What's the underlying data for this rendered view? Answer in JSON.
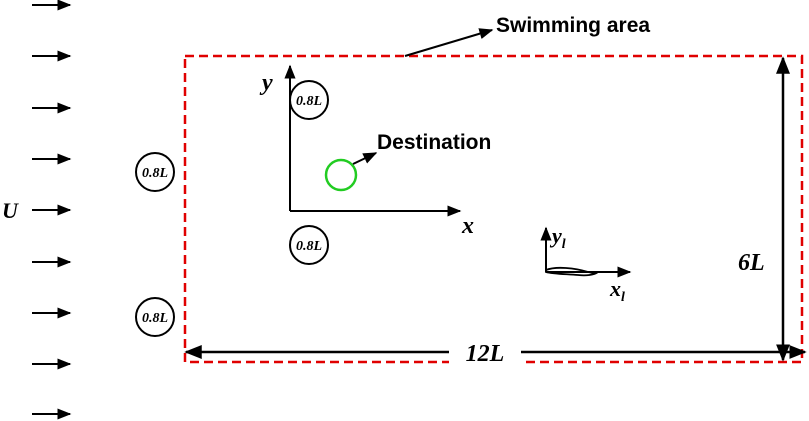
{
  "labels": {
    "swimming_area": "Swimming area",
    "destination": "Destination",
    "flow_velocity": "U",
    "height": "6L",
    "width": "12L",
    "global_x": "x",
    "global_y": "y",
    "local_x_base": "x",
    "local_x_sub": "l",
    "local_y_base": "y",
    "local_y_sub": "l"
  },
  "obstacles": [
    {
      "label": "0.8L"
    },
    {
      "label": "0.8L"
    },
    {
      "label": "0.8L"
    },
    {
      "label": "0.8L"
    }
  ],
  "colors": {
    "boundary": "#e00000",
    "destination": "#22cc22",
    "ink": "#000000"
  }
}
